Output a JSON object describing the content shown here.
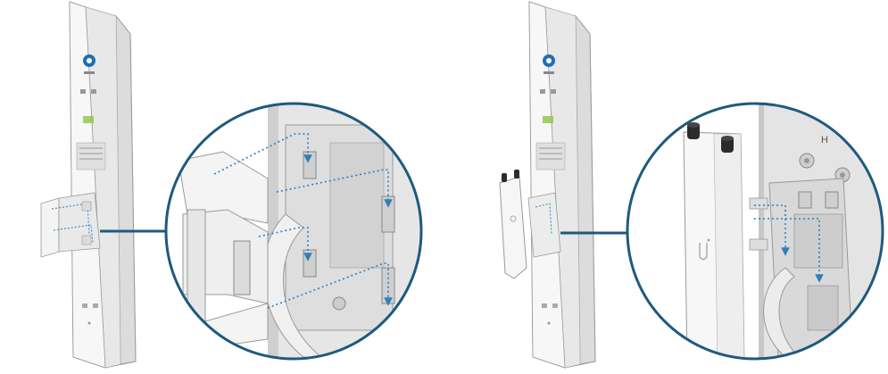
{
  "diagram": {
    "steps": [
      {
        "id": "step-1",
        "description_visible": false
      },
      {
        "id": "step-2",
        "description_visible": false
      }
    ],
    "callout_label": "H",
    "colors": {
      "callout_ring": "#1e5a7d",
      "arrow_dots": "#2f7fb8",
      "device_white": "#f4f4f4",
      "device_shade": "#d8d8d8",
      "outline": "#9a9a9a",
      "logo_blue": "#1f6fb5",
      "led_green": "#8cc63f",
      "cap_dark": "#2b2b2b"
    }
  }
}
